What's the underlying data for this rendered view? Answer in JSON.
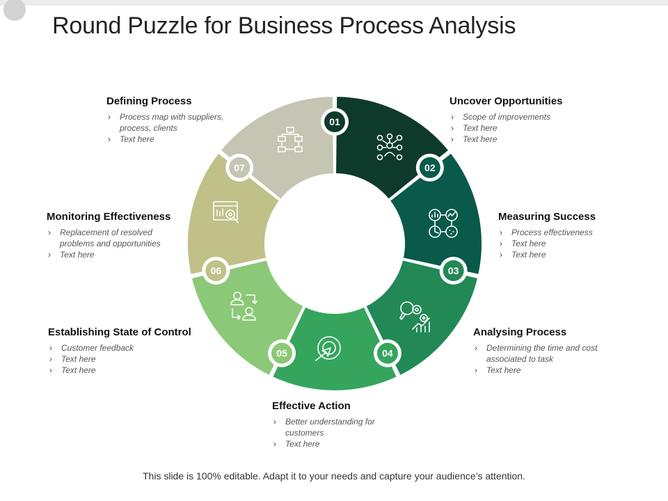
{
  "title": "Round Puzzle for Business Process Analysis",
  "footer": "This slide is 100% editable. Adapt it to your needs and capture your audience’s attention.",
  "bullet_glyph": "›",
  "colors": {
    "s1": "#0e3a2c",
    "s2": "#095a4a",
    "s3": "#228856",
    "s4": "#35a55e",
    "s5": "#8bc878",
    "s6": "#bfc188",
    "s7": "#c6c4b2"
  },
  "segments": [
    {
      "number": "01",
      "icon": "network-people-icon",
      "heading": "Uncover Opportunities",
      "bullets": [
        "Scope of improvements",
        "Text here",
        "Text here"
      ]
    },
    {
      "number": "02",
      "icon": "analytics-dashboard-icon",
      "heading": "Measuring Success",
      "bullets": [
        "Process effectiveness",
        "Text here",
        "Text here"
      ]
    },
    {
      "number": "03",
      "icon": "gear-magnifier-growth-icon",
      "heading": "Analysing Process",
      "bullets": [
        "Determining the time and cost associated to task",
        "Text here"
      ]
    },
    {
      "number": "04",
      "icon": "target-cursor-icon",
      "heading": "Effective Action",
      "bullets": [
        "Better understanding for customers",
        "Text here"
      ]
    },
    {
      "number": "05",
      "icon": "user-exchange-icon",
      "heading": "Establishing State of Control",
      "bullets": [
        "Customer feedback",
        "Text here",
        "Text here"
      ]
    },
    {
      "number": "06",
      "icon": "monitor-inspection-icon",
      "heading": "Monitoring Effectiveness",
      "bullets": [
        "Replacement  of resolved problems and opportunities",
        "Text here"
      ]
    },
    {
      "number": "07",
      "icon": "flowchart-icon",
      "heading": "Defining Process",
      "bullets": [
        "Process map with suppliers, process, clients",
        "Text here"
      ]
    }
  ]
}
